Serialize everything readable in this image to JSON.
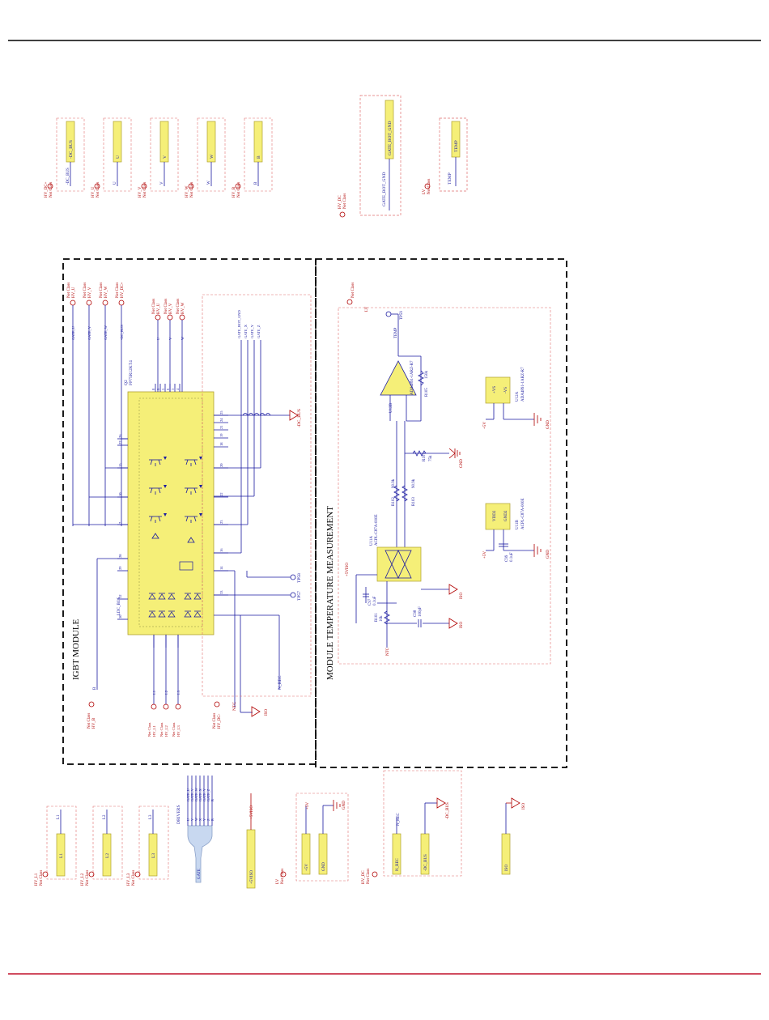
{
  "sheet": {
    "colors": {
      "wire": "#1a1aa0",
      "netlabel": "#b00000",
      "component": "#f5ef78",
      "dashed_box": "#e07070",
      "border": "#000000",
      "bottom_rule": "#c0102a"
    }
  },
  "top_connectors": [
    {
      "port_text": "HV_DC+",
      "port_sub": "Net Class",
      "pin_label": "-DC_BUS",
      "net": "-DC_BUS"
    },
    {
      "port_text": "HV_U",
      "port_sub": "Net Class",
      "pin_label": "U",
      "net": "U"
    },
    {
      "port_text": "HV_V",
      "port_sub": "Net Class",
      "pin_label": "V",
      "net": "V"
    },
    {
      "port_text": "HV_W",
      "port_sub": "Net Class",
      "pin_label": "W",
      "net": "W"
    },
    {
      "port_text": "HV_B",
      "port_sub": "Net Class",
      "pin_label": "B",
      "net": "B"
    }
  ],
  "gate_connector": {
    "port_text": "HV_DC",
    "port_sub": "Net Class",
    "pin_label": "GATE_BOT_GND",
    "net": "GATE_BOT_GND"
  },
  "temp_connector": {
    "port_text": "LV",
    "port_sub": "Net Class",
    "pin_label": "TEMP",
    "net": "TEMP"
  },
  "igbt": {
    "title": "IGBT MODULE",
    "ref": "Q2",
    "part": "FP75R12KT4",
    "ports_top": [
      {
        "label": "HV_U",
        "sub": "Net Class",
        "net": "GATE_U"
      },
      {
        "label": "HV_V",
        "sub": "Net Class",
        "net": "GATE_V"
      },
      {
        "label": "HV_W",
        "sub": "Net Class",
        "net": "GATE_W"
      },
      {
        "label": "HV_DC+",
        "sub": "Net Class",
        "net": "-DC_BUS"
      }
    ],
    "ports_top2": [
      {
        "label": "HV_U",
        "sub": "Net Class",
        "net": "U"
      },
      {
        "label": "HV_V",
        "sub": "Net Class",
        "net": "V"
      },
      {
        "label": "HV_W",
        "sub": "Net Class",
        "net": "W"
      }
    ],
    "gate_nets": [
      "GATE_BOT_GND",
      "GATE_X",
      "GATE_Y",
      "GATE_Z"
    ],
    "bus_power": "-DC_BUS",
    "pins_left": [
      "26",
      "27",
      "15",
      "10",
      "7",
      "28",
      "29",
      "32",
      "30"
    ],
    "pins_right": [
      "25",
      "24",
      "21",
      "19",
      "18",
      "20",
      "22",
      "23",
      "16",
      "14",
      "33"
    ],
    "pins_top": [
      "8",
      "9",
      "5",
      "6",
      "3",
      "4"
    ],
    "tp1": "TP58",
    "tp2": "TP57",
    "lbl_ldc": "LDC_BUS",
    "lbl_b": "B",
    "bottom_ports": [
      {
        "label": "HV_L1",
        "sub": "Net Class",
        "net": "L1"
      },
      {
        "label": "HV_L2",
        "sub": "Net Class",
        "net": "L2"
      },
      {
        "label": "HV_L3",
        "sub": "Net Class",
        "net": "L3"
      }
    ],
    "hvb": {
      "label": "HV_B",
      "sub": "Net Class"
    },
    "hvdc_minus": {
      "label": "HV_DC-",
      "sub": "Net Class"
    },
    "ntc": "NTC",
    "n_rec": "N_REC",
    "iso": "ISO"
  },
  "temp": {
    "title": "MODULE TEMPERATURE MEASUREMENT",
    "lv_port": {
      "label": "LV",
      "sub": "Net Class"
    },
    "tp": "TP59",
    "temp_net": "TEMP",
    "u12b": {
      "ref": "U12B",
      "part": "ADA4891-1ARZ-R7"
    },
    "u12a": {
      "ref": "U12A",
      "part": "ADA4891-1ARZ-R7",
      "pin_vs": "+VS",
      "pin_gnd": "-VS"
    },
    "u11a": {
      "ref": "U11A",
      "part": "ACPL-C87A-000E"
    },
    "u11b": {
      "ref": "U11B",
      "part": "ACPL-C87A-000E",
      "pin_vdd": "VDD2",
      "pin_gnd": "GND2"
    },
    "r105": {
      "ref": "R105",
      "val": "150k"
    },
    "r104": {
      "ref": "R104",
      "val": "150k"
    },
    "r102": {
      "ref": "R102",
      "val": "90.9k"
    },
    "r103": {
      "ref": "R103",
      "val": "90.9k"
    },
    "r101": {
      "ref": "R101",
      "val": "2k",
      "val2": "75k"
    },
    "c97": {
      "ref": "C97",
      "val": "0.1uF"
    },
    "c98": {
      "ref": "C98",
      "val": "100pF"
    },
    "c99": {
      "ref": "C99",
      "val": "0.1uF"
    },
    "r101b": {
      "ref": "R101",
      "val": "10k"
    },
    "plus5iso": "+5VISO",
    "plus5": "+5V",
    "gnd": "GND",
    "iso": "ISO",
    "ntc": "NTC"
  },
  "bottom_connectors": [
    {
      "port_text": "HV_L1",
      "port_sub": "Net Class",
      "pin_label": "L1",
      "net": "L1"
    },
    {
      "port_text": "HV_L2",
      "port_sub": "Net Class",
      "pin_label": "L2",
      "net": "L2"
    },
    {
      "port_text": "HV_L3",
      "port_sub": "Net Class",
      "pin_label": "L3",
      "net": "L3"
    }
  ],
  "drivers_bus": {
    "title": "DRIVERS",
    "harness": "GATE",
    "nets": [
      "GATE_U",
      "GATE_V",
      "GATE_W",
      "GATE_X",
      "GATE_Y",
      "GATE_Z",
      "B"
    ],
    "pins": [
      "U",
      "V",
      "W",
      "X",
      "Y",
      "Z",
      "B"
    ]
  },
  "plus5viso": {
    "label": "+5VISO"
  },
  "lv_power": {
    "port_text": "LV",
    "port_sub": "Net Class",
    "pin1": "+5V",
    "pin2": "GND",
    "net1": "+5V",
    "net2": "GND"
  },
  "hvdc_power": {
    "port_text": "HV_DC",
    "port_sub": "Net Class",
    "pin1": "N_REC",
    "pin2": "-DC_BUS",
    "net1": "N_REC",
    "net2": "-DC_BUS"
  },
  "iso_conn": {
    "pin": "ISO",
    "net": "ISO"
  }
}
